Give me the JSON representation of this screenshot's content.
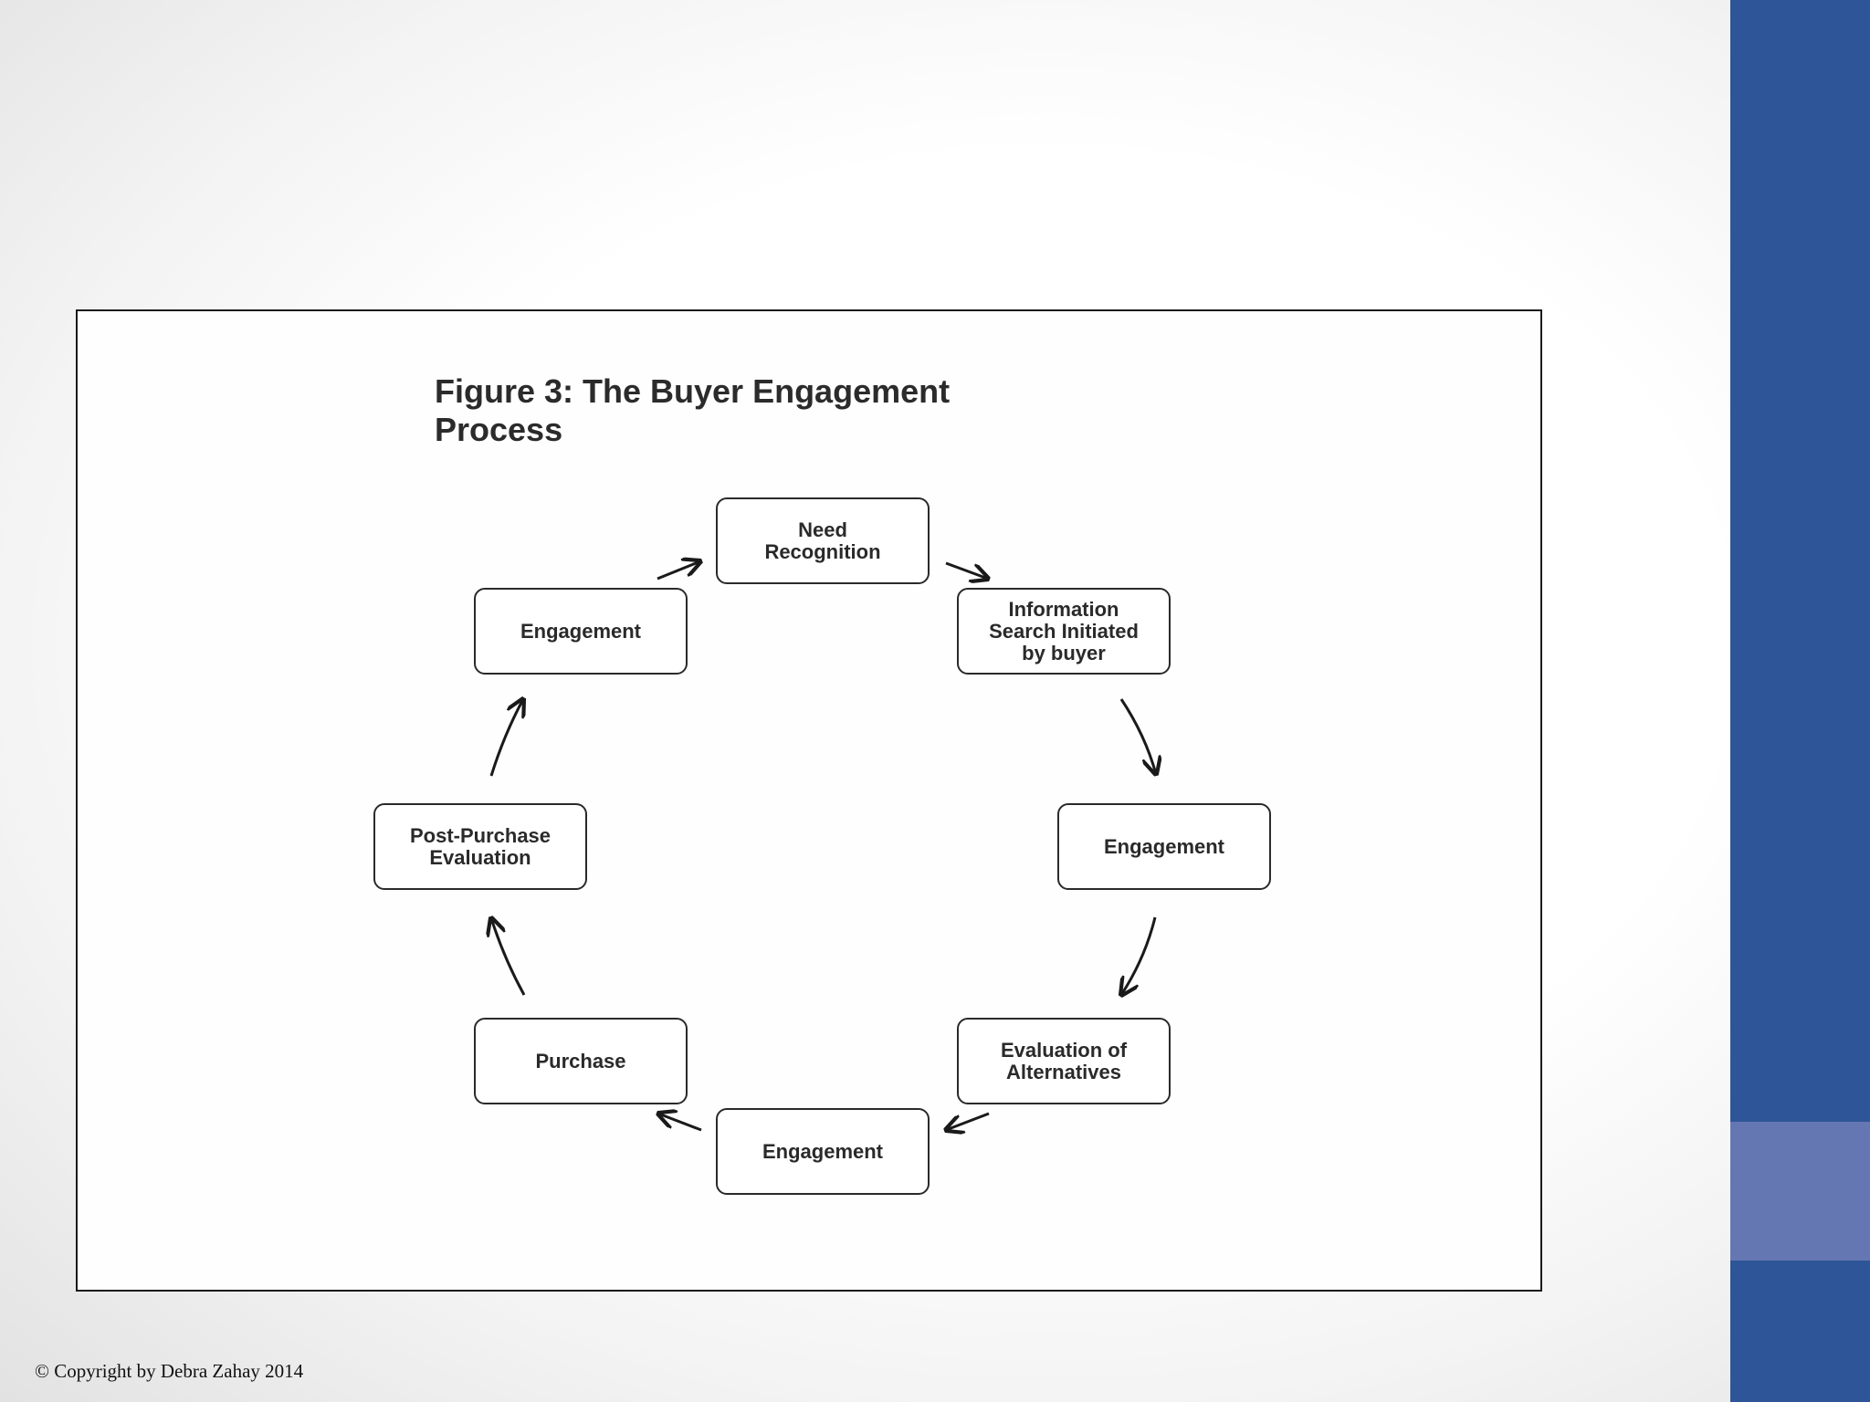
{
  "slide": {
    "accent_color": "#2e5597",
    "accent_band_color": "#6577b3"
  },
  "figure": {
    "title": "Figure 3: The Buyer Engagement\nProcess",
    "nodes": [
      {
        "label": "Need\nRecognition"
      },
      {
        "label": "Information\nSearch Initiated\nby buyer"
      },
      {
        "label": "Engagement"
      },
      {
        "label": "Evaluation of\nAlternatives"
      },
      {
        "label": "Engagement"
      },
      {
        "label": "Purchase"
      },
      {
        "label": "Post-Purchase\nEvaluation"
      },
      {
        "label": "Engagement"
      }
    ],
    "flow_direction": "clockwise"
  },
  "footer": {
    "copyright": "© Copyright by Debra Zahay 2014"
  }
}
